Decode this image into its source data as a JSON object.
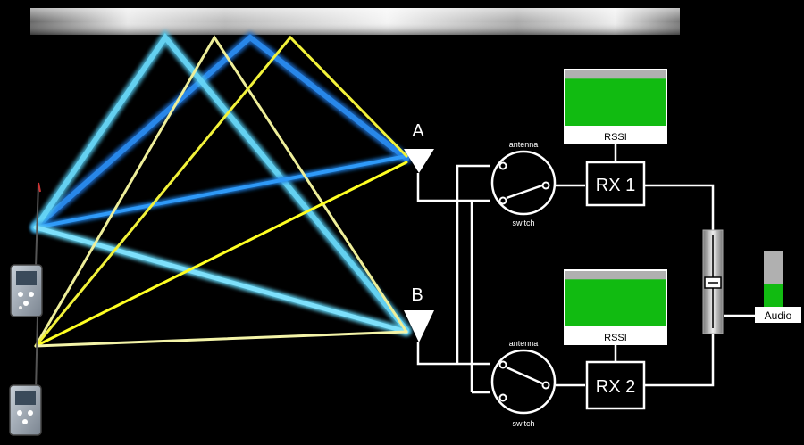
{
  "antennas": {
    "a_label": "A",
    "b_label": "B"
  },
  "switches": {
    "top": {
      "label_top": "antenna",
      "label_bottom": "switch"
    },
    "bottom": {
      "label_top": "antenna",
      "label_bottom": "switch"
    }
  },
  "receivers": {
    "rx1": {
      "label": "RX 1",
      "meter_label": "RSSI",
      "meter_level": 0.85
    },
    "rx2": {
      "label": "RX 2",
      "meter_label": "RSSI",
      "meter_level": 0.85
    }
  },
  "output": {
    "label": "Audio",
    "level": 0.4
  },
  "colors": {
    "background": "#000000",
    "ray_cyan": "#5fd0f0",
    "ray_blue": "#1a7fe0",
    "ray_yellow": "#ffff33",
    "ray_pale_yellow": "#f0f0a0",
    "meter_green": "#11bb11",
    "meter_gray": "#b0b0b0",
    "wire": "#ffffff"
  },
  "icons": {
    "ceiling": "reflector-bar",
    "transmitter": "bodypack-transmitter-icon",
    "antenna": "triangle-antenna-icon",
    "switch": "rotary-switch-icon",
    "fader": "fader-icon"
  }
}
